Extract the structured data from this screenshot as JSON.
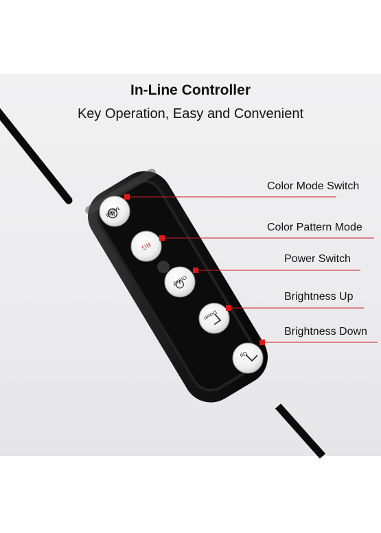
{
  "heading": {
    "title": "In-Line Controller",
    "subtitle": "Key Operation, Easy and Convenient"
  },
  "callouts": [
    {
      "id": "color-mode",
      "label": "Color Mode Switch"
    },
    {
      "id": "color-pattern",
      "label": "Color Pattern Mode"
    },
    {
      "id": "power",
      "label": "Power Switch"
    },
    {
      "id": "brightness-up",
      "label": "Brightness Up"
    },
    {
      "id": "brightness-down",
      "label": "Brightness Down"
    }
  ],
  "buttons": [
    {
      "id": "mode",
      "glyph": "M",
      "caption": "Model"
    },
    {
      "id": "rgb",
      "glyph": "RG",
      "caption": ""
    },
    {
      "id": "onoff",
      "glyph": "⏻",
      "caption": "On/off"
    },
    {
      "id": "down",
      "glyph": "⌄",
      "caption": "Down"
    },
    {
      "id": "up",
      "glyph": "⌄",
      "caption": "Up"
    }
  ],
  "colors": {
    "accent_red": "#cc1f1f",
    "body_black": "#1a1a1a",
    "button_white": "#f4f4f4"
  }
}
